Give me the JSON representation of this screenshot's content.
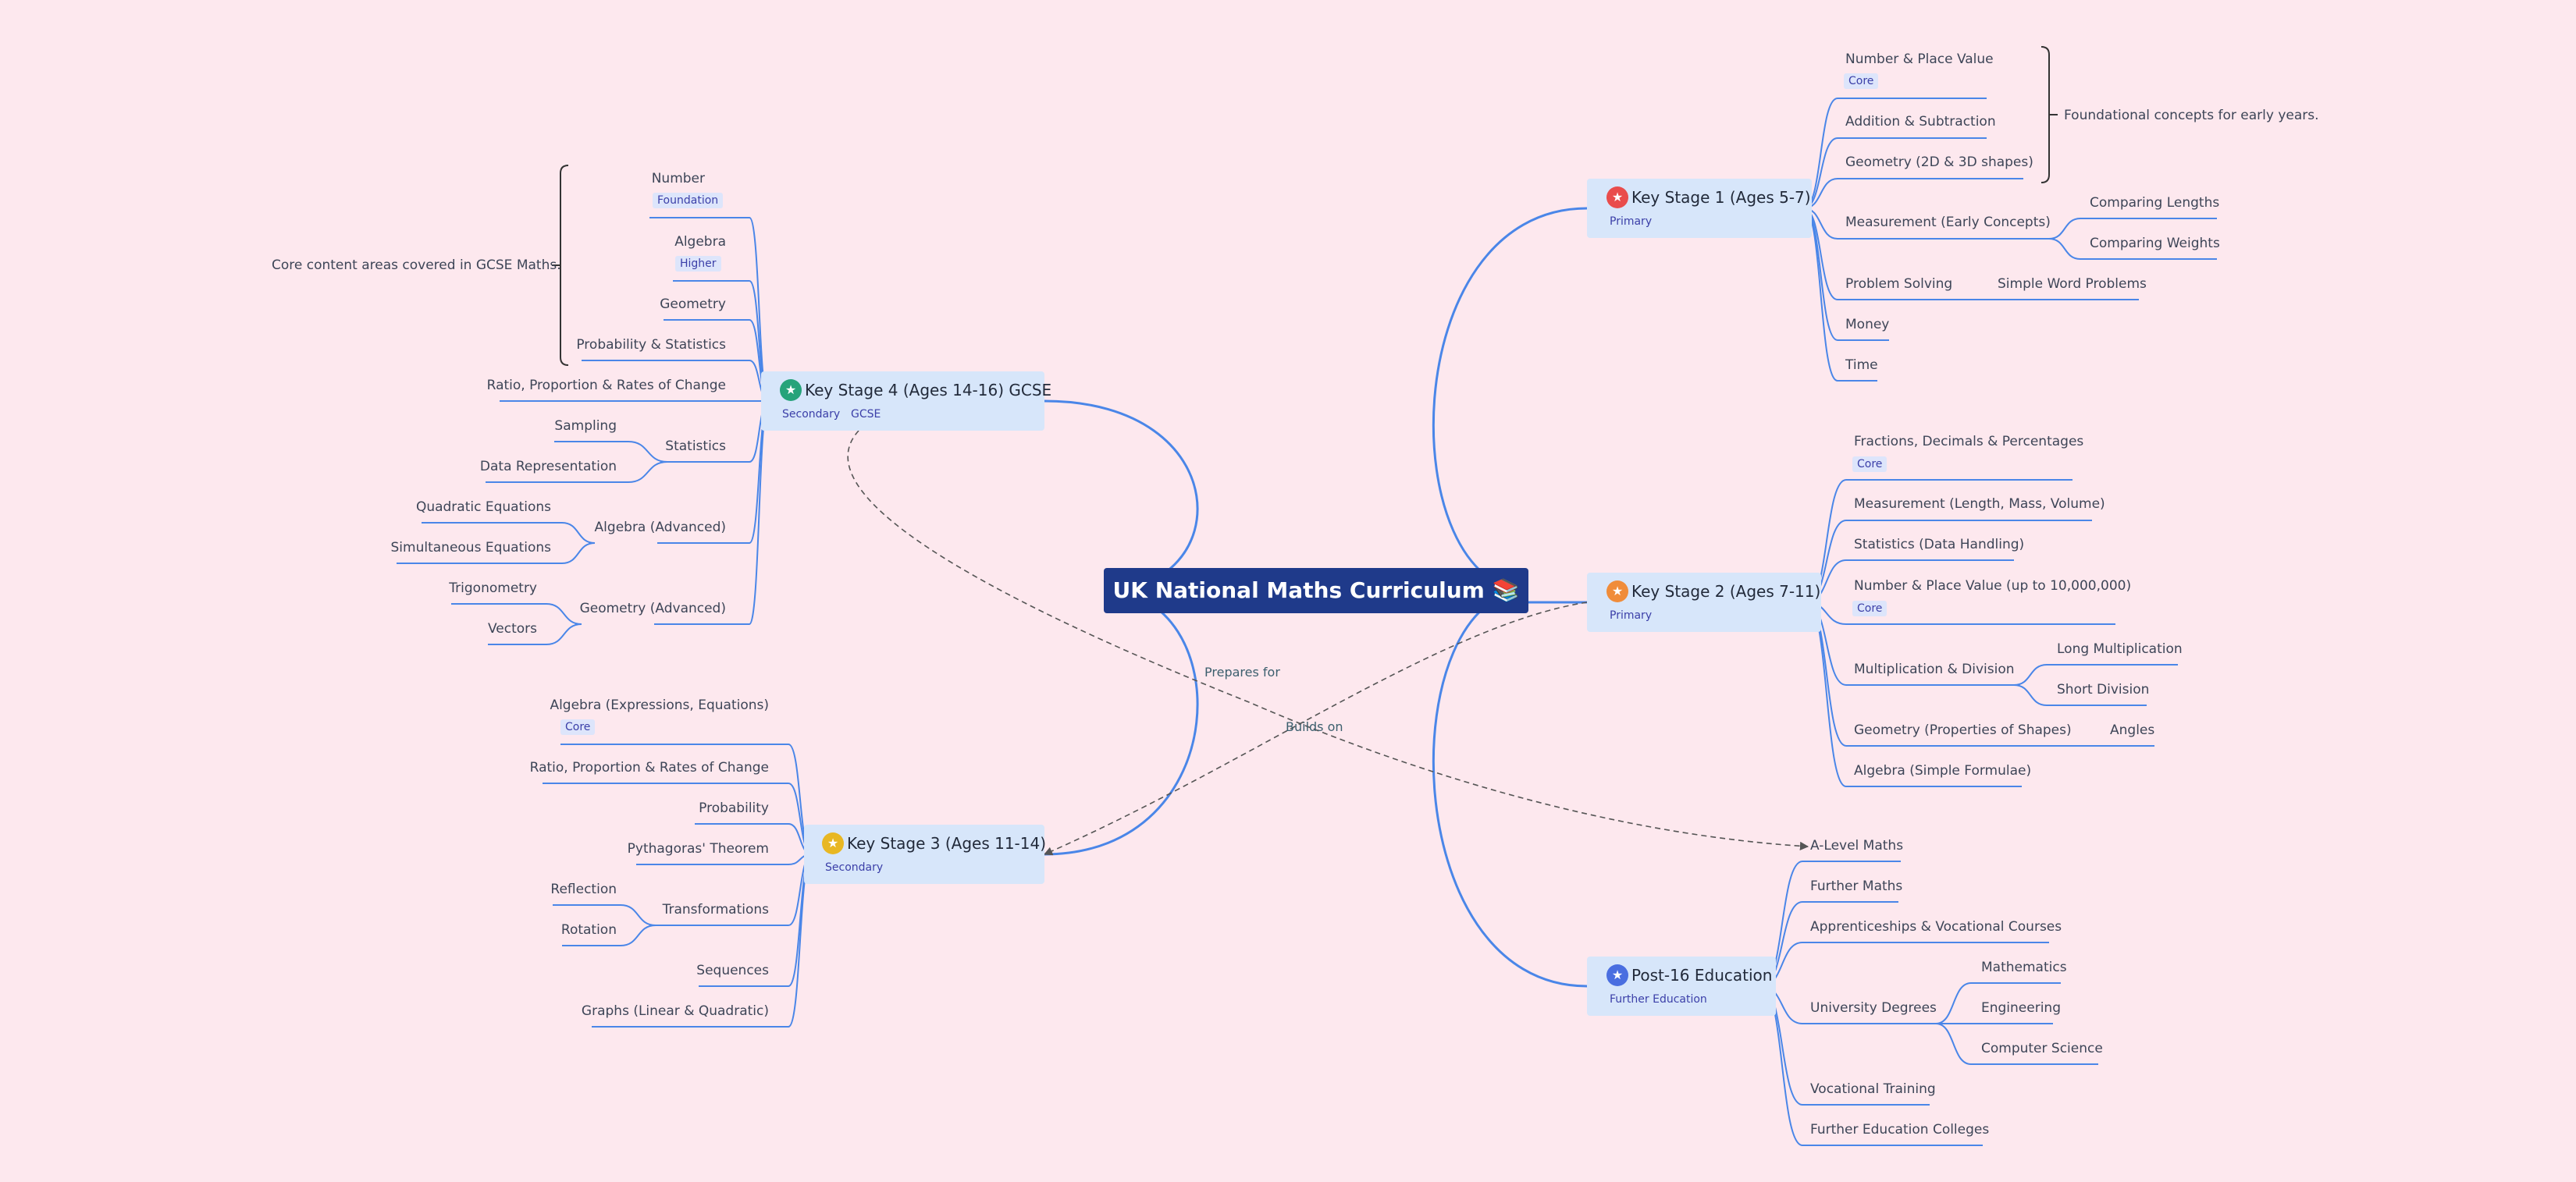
{
  "central": {
    "title": "UK National Maths Curriculum",
    "emoji": "📚"
  },
  "colors": {
    "background": "#fde8ee",
    "central": "#1f3a8a",
    "topic_fill": "#d7e6fa",
    "branch": "#4a86e8",
    "relation": "#555555"
  },
  "ks1": {
    "title": "Key Stage 1 (Ages 5-7)",
    "subtitle": "Primary",
    "badge_color": "#e94c4c",
    "items": {
      "place_value": "Number & Place Value",
      "place_value_tag": "Core",
      "addition": "Addition & Subtraction",
      "geometry": "Geometry (2D & 3D shapes)",
      "measurement": "Measurement (Early Concepts)",
      "lengths": "Comparing Lengths",
      "weights": "Comparing Weights",
      "problem": "Problem Solving",
      "word_problems": "Simple Word Problems",
      "money": "Money",
      "time": "Time"
    },
    "summary": "Foundational concepts for early years."
  },
  "ks2": {
    "title": "Key Stage 2 (Ages 7-11)",
    "subtitle": "Primary",
    "badge_color": "#f08c3a",
    "items": {
      "fractions": "Fractions, Decimals & Percentages",
      "fractions_tag": "Core",
      "measurement": "Measurement (Length, Mass, Volume)",
      "statistics": "Statistics (Data Handling)",
      "place_value": "Number & Place Value (up to 10,000,000)",
      "place_value_tag": "Core",
      "multiplication": "Multiplication & Division",
      "long": "Long Multiplication",
      "short": "Short Division",
      "geometry": "Geometry (Properties of Shapes)",
      "angles": "Angles",
      "algebra": "Algebra (Simple Formulae)"
    }
  },
  "ks3": {
    "title": "Key Stage 3 (Ages 11-14)",
    "subtitle": "Secondary",
    "badge_color": "#e8b723",
    "items": {
      "algebra": "Algebra (Expressions, Equations)",
      "algebra_tag": "Core",
      "ratio": "Ratio, Proportion & Rates of Change",
      "probability": "Probability",
      "pythagoras": "Pythagoras' Theorem",
      "transformations": "Transformations",
      "reflection": "Reflection",
      "rotation": "Rotation",
      "sequences": "Sequences",
      "graphs": "Graphs (Linear & Quadratic)"
    }
  },
  "ks4": {
    "title": "Key Stage 4 (Ages 14-16) GCSE",
    "subtitle": "Secondary",
    "subtitle2": "GCSE",
    "badge_color": "#26a37a",
    "items": {
      "number": "Number",
      "number_tag": "Foundation",
      "algebra": "Algebra",
      "algebra_tag": "Higher",
      "geometry": "Geometry",
      "probability": "Probability & Statistics",
      "ratio": "Ratio, Proportion & Rates of Change",
      "statistics": "Statistics",
      "sampling": "Sampling",
      "data_rep": "Data Representation",
      "algebra_adv": "Algebra (Advanced)",
      "quadratic": "Quadratic Equations",
      "simultaneous": "Simultaneous Equations",
      "geometry_adv": "Geometry (Advanced)",
      "trigonometry": "Trigonometry",
      "vectors": "Vectors"
    },
    "summary": "Core content areas covered in GCSE Maths."
  },
  "post16": {
    "title": "Post-16 Education",
    "subtitle": "Further Education",
    "badge_color": "#4a6ee0",
    "items": {
      "alevel": "A-Level Maths",
      "further": "Further Maths",
      "apprenticeships": "Apprenticeships & Vocational Courses",
      "university": "University Degrees",
      "mathematics": "Mathematics",
      "engineering": "Engineering",
      "cs": "Computer Science",
      "vocational": "Vocational Training",
      "colleges": "Further Education Colleges"
    }
  },
  "relations": {
    "prepares": "Prepares for",
    "builds": "Builds on"
  }
}
